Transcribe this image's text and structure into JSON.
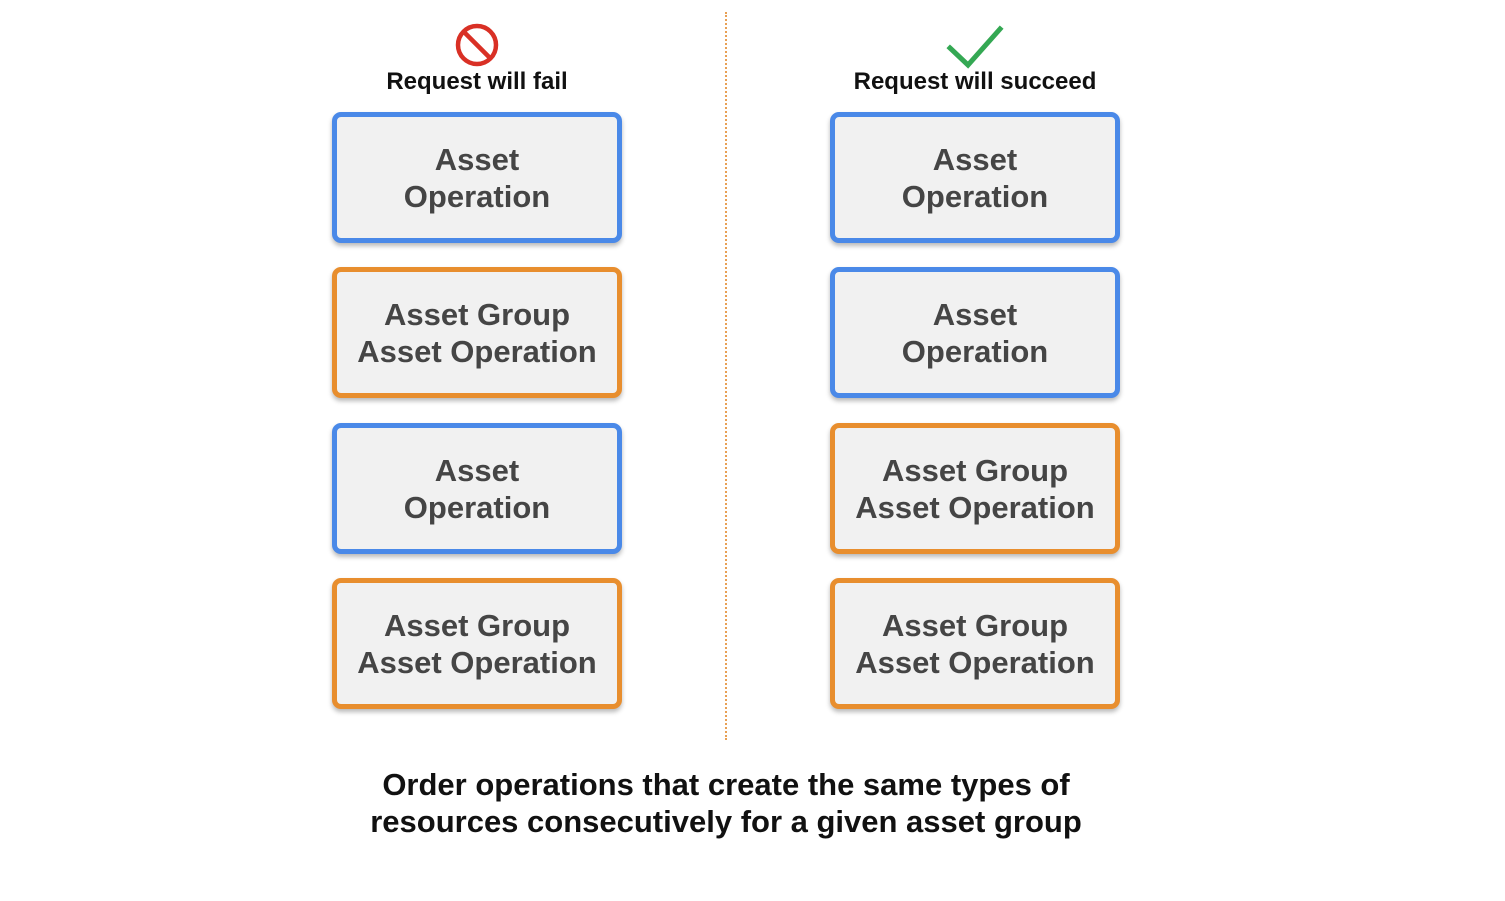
{
  "columns": {
    "fail": {
      "icon": "prohibited-icon",
      "title": "Request will fail",
      "boxes": [
        {
          "kind": "asset",
          "line1": "Asset",
          "line2": "Operation"
        },
        {
          "kind": "group",
          "line1": "Asset Group",
          "line2": "Asset Operation"
        },
        {
          "kind": "asset",
          "line1": "Asset",
          "line2": "Operation"
        },
        {
          "kind": "group",
          "line1": "Asset Group",
          "line2": "Asset Operation"
        }
      ]
    },
    "succeed": {
      "icon": "checkmark-icon",
      "title": "Request will succeed",
      "boxes": [
        {
          "kind": "asset",
          "line1": "Asset",
          "line2": "Operation"
        },
        {
          "kind": "asset",
          "line1": "Asset",
          "line2": "Operation"
        },
        {
          "kind": "group",
          "line1": "Asset Group",
          "line2": "Asset Operation"
        },
        {
          "kind": "group",
          "line1": "Asset Group",
          "line2": "Asset Operation"
        }
      ]
    }
  },
  "caption": {
    "line1": "Order operations that create the same types of",
    "line2": "resources consecutively for a given asset group"
  },
  "colors": {
    "asset_border": "#4a89e8",
    "group_border": "#e88e2e",
    "fail_icon": "#d93025",
    "success_icon": "#34a853",
    "divider": "#e8a055",
    "box_fill": "#f1f1f1"
  }
}
